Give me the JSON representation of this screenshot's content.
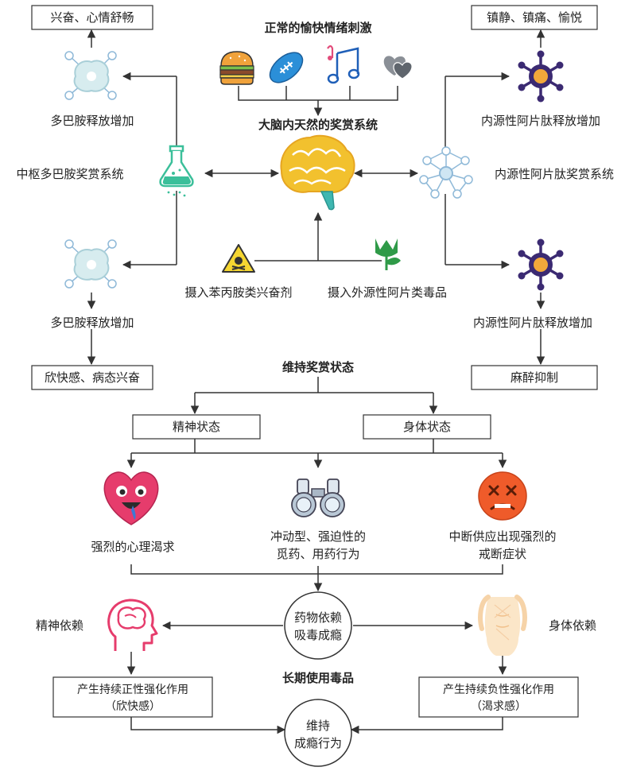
{
  "top_stimulus": "正常的愉快情绪刺激",
  "brain_reward": "大脑内天然的奖赏系统",
  "left": {
    "box_top": "兴奋、心情舒畅",
    "release_top": "多巴胺释放增加",
    "system": "中枢多巴胺奖赏系统",
    "release_bottom": "多巴胺释放增加",
    "box_bottom": "欣快感、病态兴奋"
  },
  "right": {
    "box_top": "镇静、镇痛、愉悦",
    "release_top": "内源性阿片肽释放增加",
    "system": "内源性阿片肽奖赏系统",
    "release_bottom": "内源性阿片肽释放增加",
    "box_bottom": "麻醉抑制"
  },
  "drugs": {
    "stimulant": "摄入苯丙胺类兴奋剂",
    "opiate": "摄入外源性阿片类毒品"
  },
  "maintain": "维持奖赏状态",
  "mental_state": "精神状态",
  "physical_state": "身体状态",
  "effects": {
    "craving": "强烈的心理渴求",
    "seek_line1": "冲动型、强迫性的",
    "seek_line2": "觅药、用药行为",
    "withdraw_line1": "中断供应出现强烈的",
    "withdraw_line2": "戒断症状"
  },
  "center": {
    "line1": "药物依赖",
    "line2": "吸毒成瘾"
  },
  "dep_mental": "精神依赖",
  "dep_physical": "身体依赖",
  "long_term": "长期使用毒品",
  "reinforce_pos": {
    "line1": "产生持续正性强化作用",
    "line2": "（欣快感）"
  },
  "reinforce_neg": {
    "line1": "产生持续负性强化作用",
    "line2": "（渴求感）"
  },
  "final": {
    "line1": "维持",
    "line2": "成瘾行为"
  }
}
